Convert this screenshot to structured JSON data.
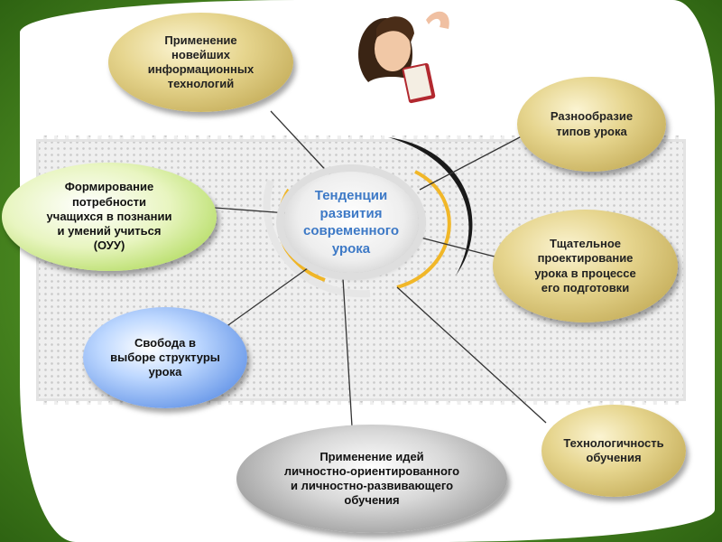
{
  "hub": {
    "label": "Тенденции\nразвития\nсовременного\nурока"
  },
  "nodes": {
    "new_tech": "Применение\nновейших\nинформационных\nтехнологий",
    "variety": "Разнообразие\nтипов урока",
    "oyy": "Формирование\nпотребности\nучащихся в познании\nи умений учиться\n(ОУУ)",
    "design": "Тщательное\nпроектирование\nурока в процессе\nего подготовки",
    "freedom": "Свобода в\nвыборе структуры\nурока",
    "tech": "Технологичность\nобучения",
    "ideas": "Применение идей\nличностно-ориентированного\nи личностно-развивающего\nобучения"
  },
  "colors": {
    "gold": "#d9c676",
    "green": "#9bd036",
    "blue": "#3e78dd",
    "gray": "#8a8a8a",
    "hub_text": "#3d79c6",
    "background_green": "#4f8f23"
  },
  "photo": {
    "icon": "girl-reading-book-icon"
  }
}
